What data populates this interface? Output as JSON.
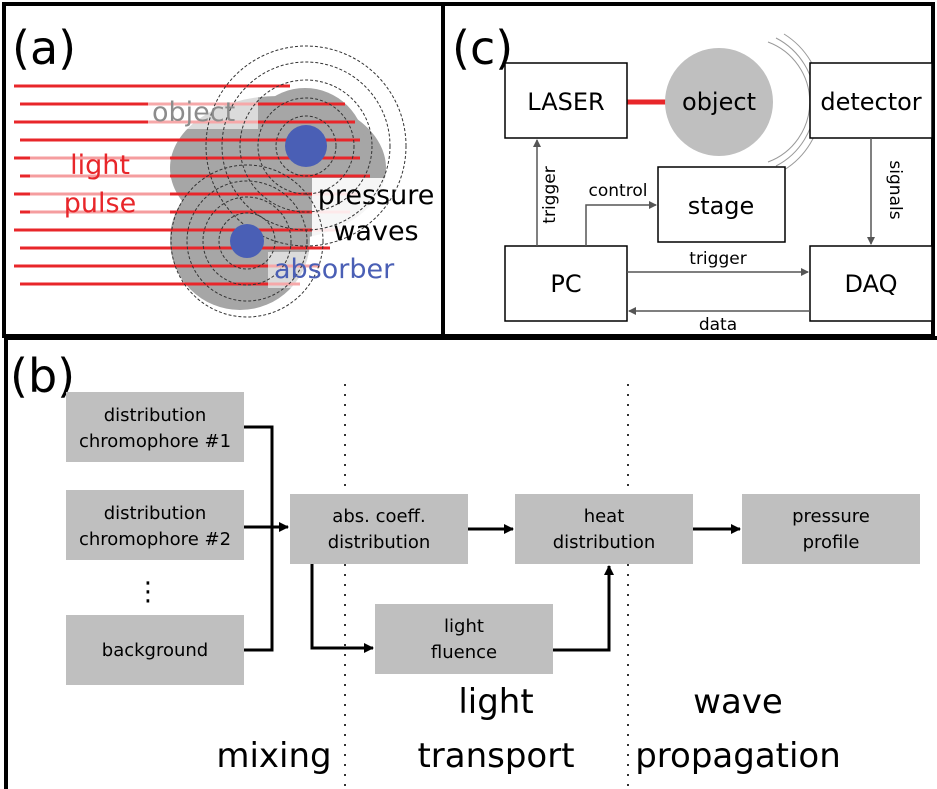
{
  "panel_a": {
    "label": "(a)",
    "object_label": "object",
    "light_label_1": "light",
    "light_label_2": "pulse",
    "pressure_label_1": "pressure",
    "pressure_label_2": "waves",
    "absorber_label": "absorber"
  },
  "panel_b": {
    "label": "(b)",
    "box_chrom1_line1": "distribution",
    "box_chrom1_line2": "chromophore #1",
    "box_chrom2_line1": "distribution",
    "box_chrom2_line2": "chromophore #2",
    "ellipsis": "⋮",
    "box_background": "background",
    "box_abs_line1": "abs. coeff.",
    "box_abs_line2": "distribution",
    "box_heat_line1": "heat",
    "box_heat_line2": "distribution",
    "box_pressure_line1": "pressure",
    "box_pressure_line2": "profile",
    "box_fluence_line1": "light",
    "box_fluence_line2": "fluence",
    "stage_mixing": "mixing",
    "stage_light_1": "light",
    "stage_light_2": "transport",
    "stage_wave_1": "wave",
    "stage_wave_2": "propagation"
  },
  "panel_c": {
    "label": "(c)",
    "laser": "LASER",
    "object": "object",
    "detector": "detector",
    "stage": "stage",
    "pc": "PC",
    "daq": "DAQ",
    "trigger_vertical": "trigger",
    "control": "control",
    "signals": "signals",
    "trigger_horizontal": "trigger",
    "data": "data"
  },
  "colors": {
    "light_red": "#e8262a",
    "absorber_blue": "#4a5fb5",
    "object_gray": "#a6a6a6",
    "box_gray": "#bfbfbf",
    "frame": "#000000"
  }
}
